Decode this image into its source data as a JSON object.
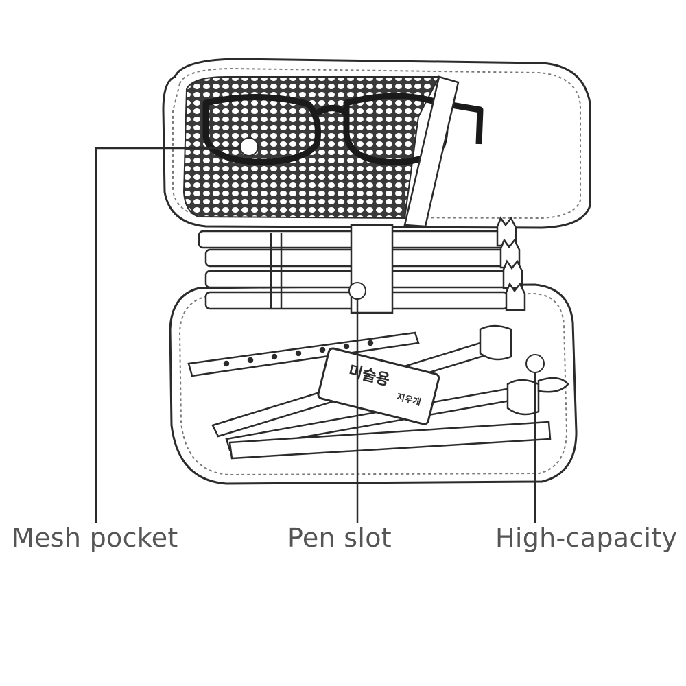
{
  "callouts": {
    "mesh_pocket": "Mesh pocket",
    "pen_slot": "Pen slot",
    "high_capacity": "High-capacity"
  },
  "eraser": {
    "line1": "미술용",
    "line2": "지우개"
  },
  "colors": {
    "background": "#ffffff",
    "sketch_line": "#2b2b2b",
    "label_text": "#555555"
  }
}
